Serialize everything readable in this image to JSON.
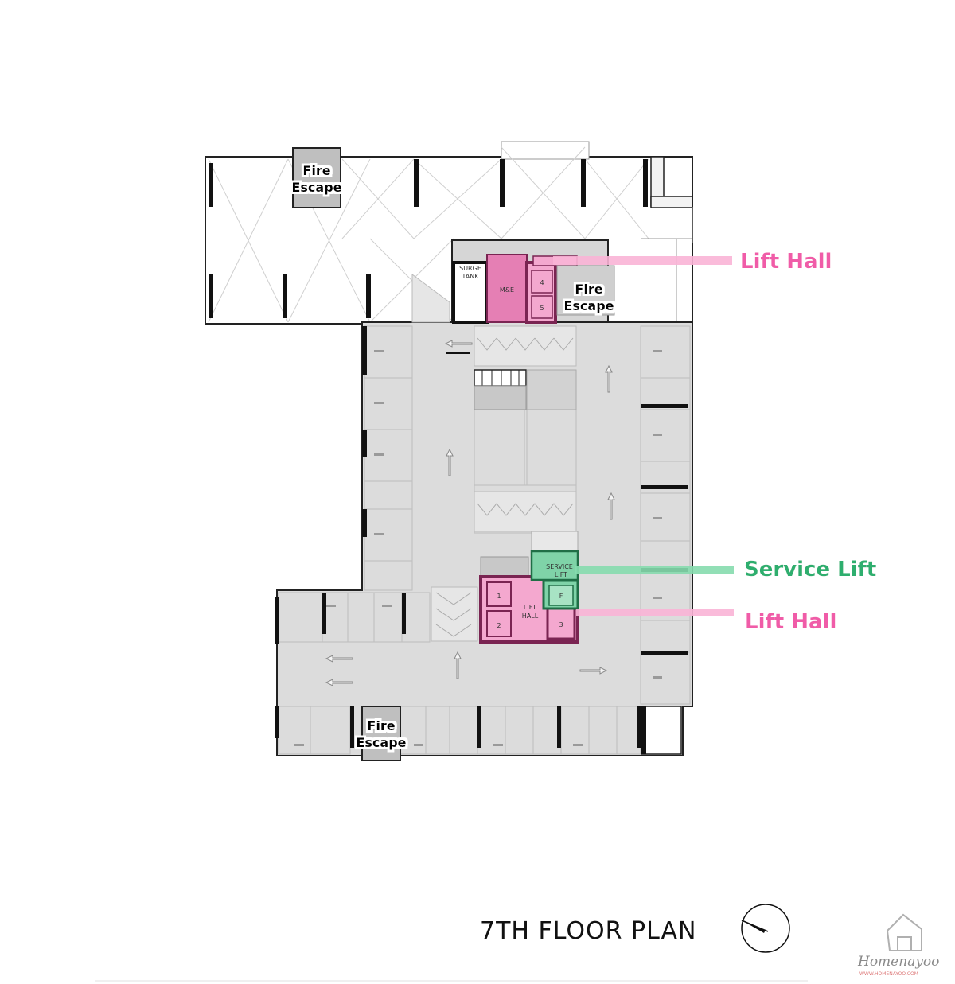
{
  "title": "7TH FLOOR PLAN",
  "fire_escape_label": [
    "Fire",
    "Escape"
  ],
  "rooms": {
    "surge_tank": [
      "SURGE",
      "TANK"
    ],
    "me": "M&E",
    "lift_hall_inner": [
      "LIFT",
      "HALL"
    ],
    "service_lift_inner": [
      "SERVICE",
      "LIFT"
    ],
    "lifts_top": [
      "4",
      "5"
    ],
    "lifts_bottom": [
      "1",
      "2",
      "3"
    ],
    "fire_lift": "F"
  },
  "callouts": {
    "lift_hall_top": "Lift Hall",
    "service_lift": "Service Lift",
    "lift_hall_bottom": "Lift Hall"
  },
  "brand": {
    "name": "Homenayoo",
    "url": "WWW.HOMENAYOO.COM"
  },
  "colors": {
    "lift_hall": "#f4a8cf",
    "lift_hall_dark": "#7a2452",
    "service_lift": "#4cc08a",
    "service_lift_dark": "#1f6e46",
    "callout_pink": "#f05ca8",
    "callout_green": "#2fae6e",
    "parking": "#dcdcdc"
  }
}
